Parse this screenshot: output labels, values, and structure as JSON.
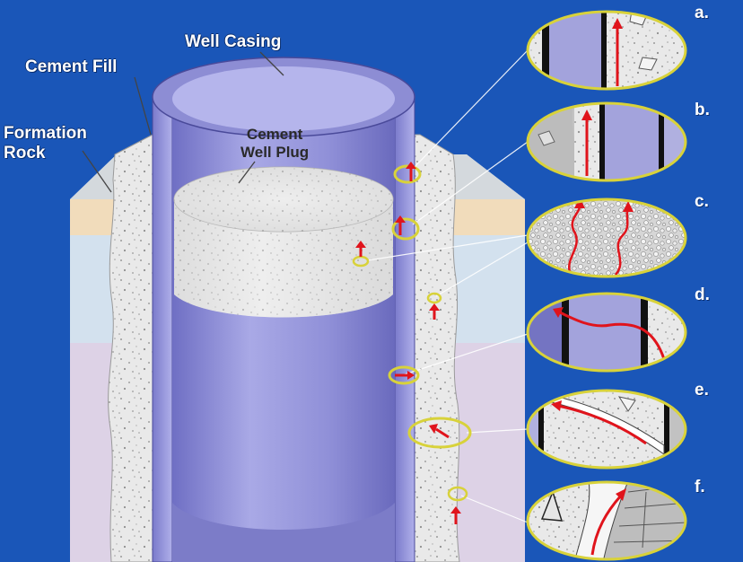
{
  "labels": {
    "well_casing": "Well Casing",
    "cement_fill": "Cement Fill",
    "formation_rock": "Formation\nRock",
    "cement_well_plug": "Cement\nWell Plug"
  },
  "details": [
    {
      "letter": "a."
    },
    {
      "letter": "b."
    },
    {
      "letter": "c."
    },
    {
      "letter": "d."
    },
    {
      "letter": "e."
    },
    {
      "letter": "f."
    }
  ],
  "colors": {
    "background": "#1a56b8",
    "casing": "#8f8fd6",
    "cement": "#e6e6e6",
    "leak_arrow": "#e0141c",
    "highlight_ring": "#d8d23a"
  }
}
